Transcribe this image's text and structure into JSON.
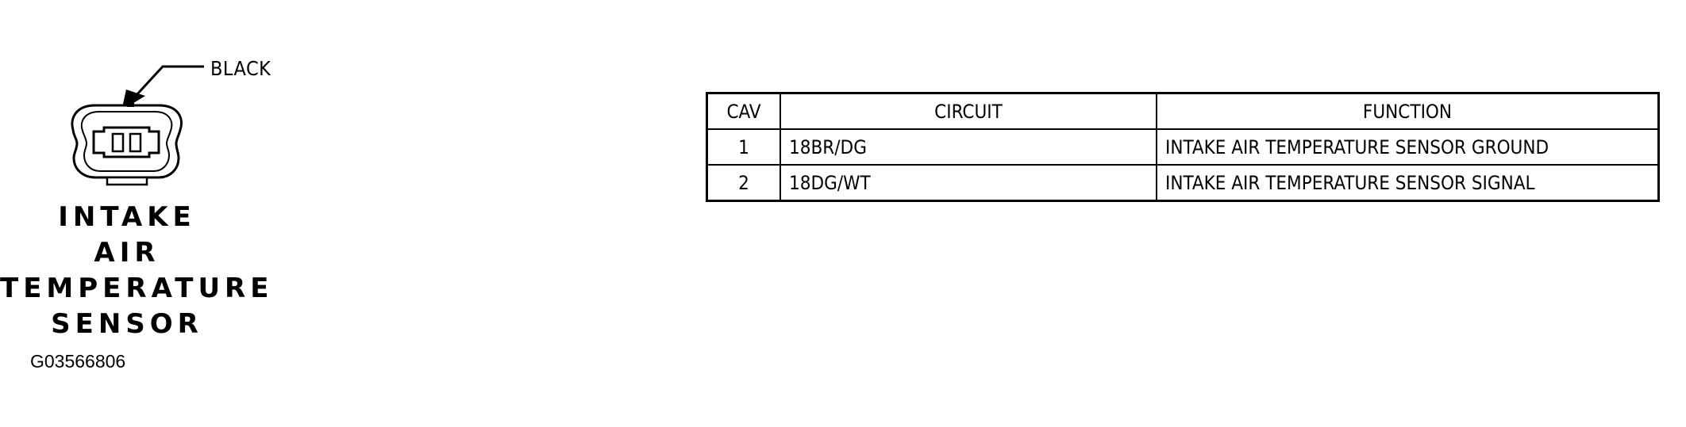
{
  "connector": {
    "wire_color": "BLACK",
    "name_lines": [
      "INTAKE",
      "AIR",
      "TEMPERATURE",
      "SENSOR"
    ],
    "figure_id": "G03566806"
  },
  "pinout": {
    "headers": [
      "CAV",
      "CIRCUIT",
      "FUNCTION"
    ],
    "rows": [
      {
        "cav": "1",
        "circuit": "18BR/DG",
        "function": "INTAKE AIR TEMPERATURE SENSOR GROUND"
      },
      {
        "cav": "2",
        "circuit": "18DG/WT",
        "function": "INTAKE AIR TEMPERATURE SENSOR SIGNAL"
      }
    ]
  }
}
